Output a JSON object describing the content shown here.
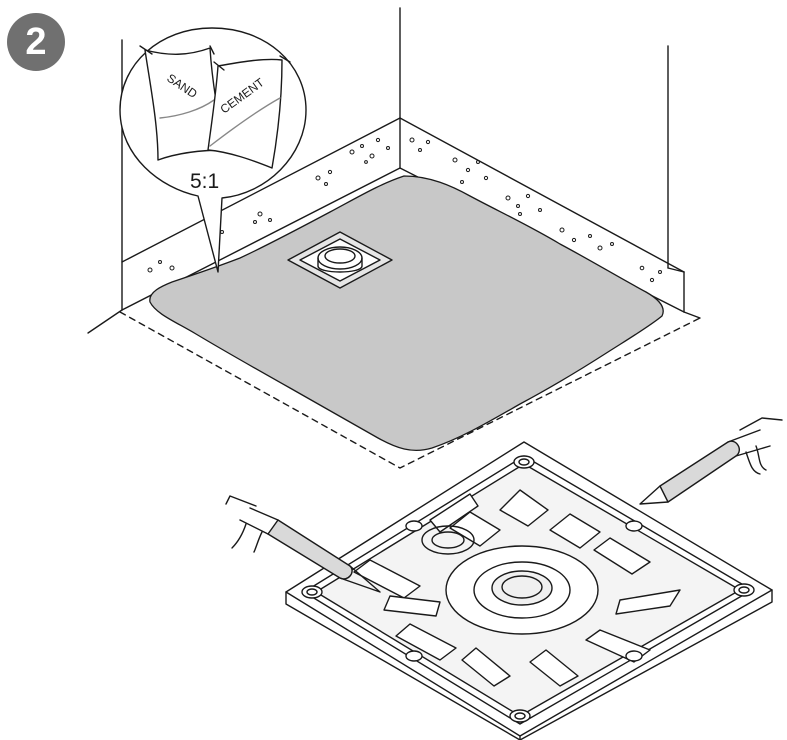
{
  "step": {
    "number": "2",
    "badge_color": "#707070"
  },
  "callout": {
    "bag_left_label": "SAND",
    "bag_right_label": "CEMENT",
    "ratio": "5:1"
  },
  "colors": {
    "mortar": "#c8c8c8",
    "line": "#1a1a1a",
    "tube": "#d9d9d9"
  }
}
